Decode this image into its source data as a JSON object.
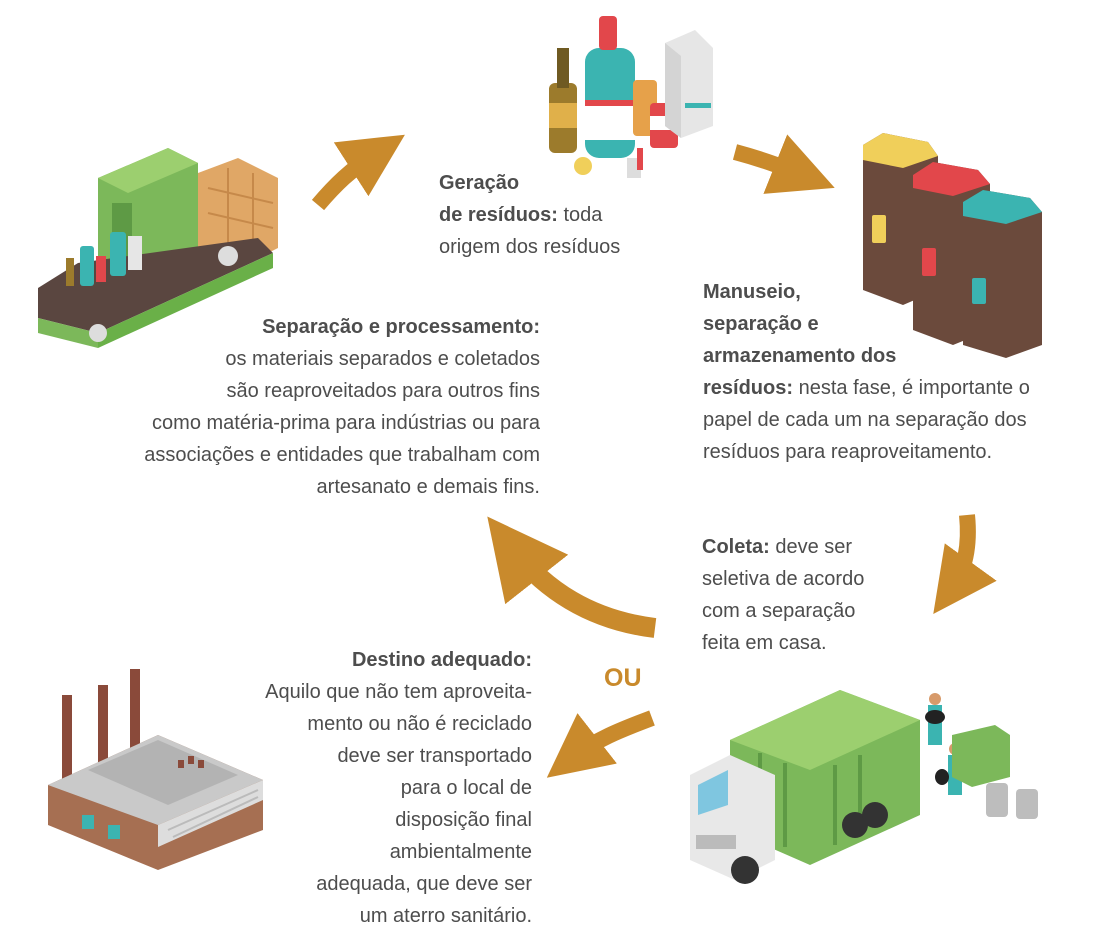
{
  "stages": {
    "geracao": {
      "title_line1": "Geração",
      "title_line2": "de resíduos:",
      "desc_line1": " toda",
      "desc_line2": "origem dos resíduos"
    },
    "manuseio": {
      "title_line1": "Manuseio,",
      "title_line2": "separação e",
      "title_line3": "armazenamento dos",
      "title_line4": "resíduos:",
      "desc_line4": " nesta fase, é importante o",
      "desc_line5": "papel de cada um na separação dos",
      "desc_line6": "resíduos para reaproveitamento."
    },
    "coleta": {
      "title": "Coleta:",
      "desc_line1": " deve ser",
      "desc_line2": "seletiva de acordo",
      "desc_line3": "com a separação",
      "desc_line4": "feita em casa."
    },
    "separacao": {
      "title": "Separação e processamento:",
      "desc_line1": "os materiais separados e coletados",
      "desc_line2": "são reaproveitados para outros fins",
      "desc_line3": "como matéria-prima para indústrias ou para",
      "desc_line4": "associações e entidades que trabalham com",
      "desc_line5": "artesanato e demais fins."
    },
    "destino": {
      "title": "Destino adequado:",
      "desc_line1": "Aquilo que não tem aproveita-",
      "desc_line2": "mento ou não é reciclado",
      "desc_line3": "deve ser transportado",
      "desc_line4": "para o local de",
      "desc_line5": "disposição final",
      "desc_line6": "ambientalmente",
      "desc_line7": "adequada, que deve ser",
      "desc_line8": "um aterro sanitário."
    }
  },
  "connector": "OU",
  "colors": {
    "arrow": "#c98a2c",
    "text": "#4d4d4d",
    "green": "#7cb85a",
    "bin_yellow": "#f0cf5a",
    "bin_red": "#e2474b",
    "bin_teal": "#3bb4b1"
  }
}
